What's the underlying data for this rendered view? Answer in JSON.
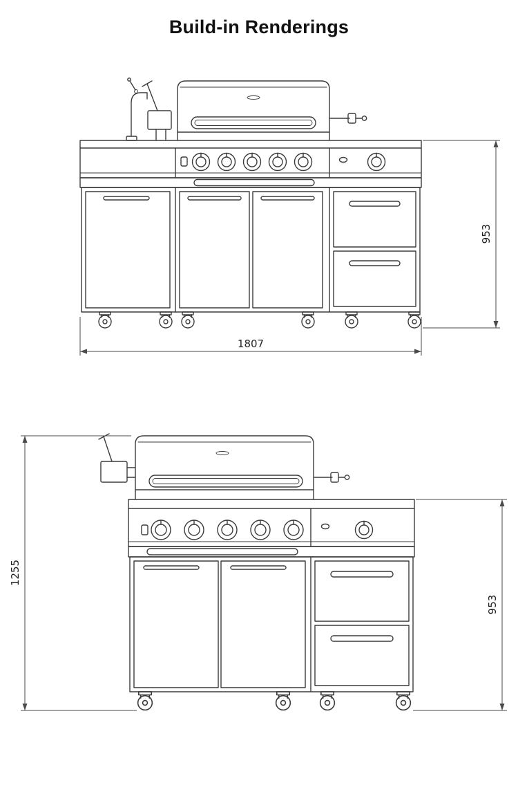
{
  "title": "Build-in Renderings",
  "colors": {
    "line": "#3b3b3b",
    "dimension": "#4a4a4a",
    "text": "#111111",
    "background": "#ffffff"
  },
  "top_drawing": {
    "dimensions": {
      "overall_width": "1807",
      "body_height": "953"
    }
  },
  "bottom_drawing": {
    "dimensions": {
      "overall_height": "1255",
      "body_height": "953"
    }
  }
}
